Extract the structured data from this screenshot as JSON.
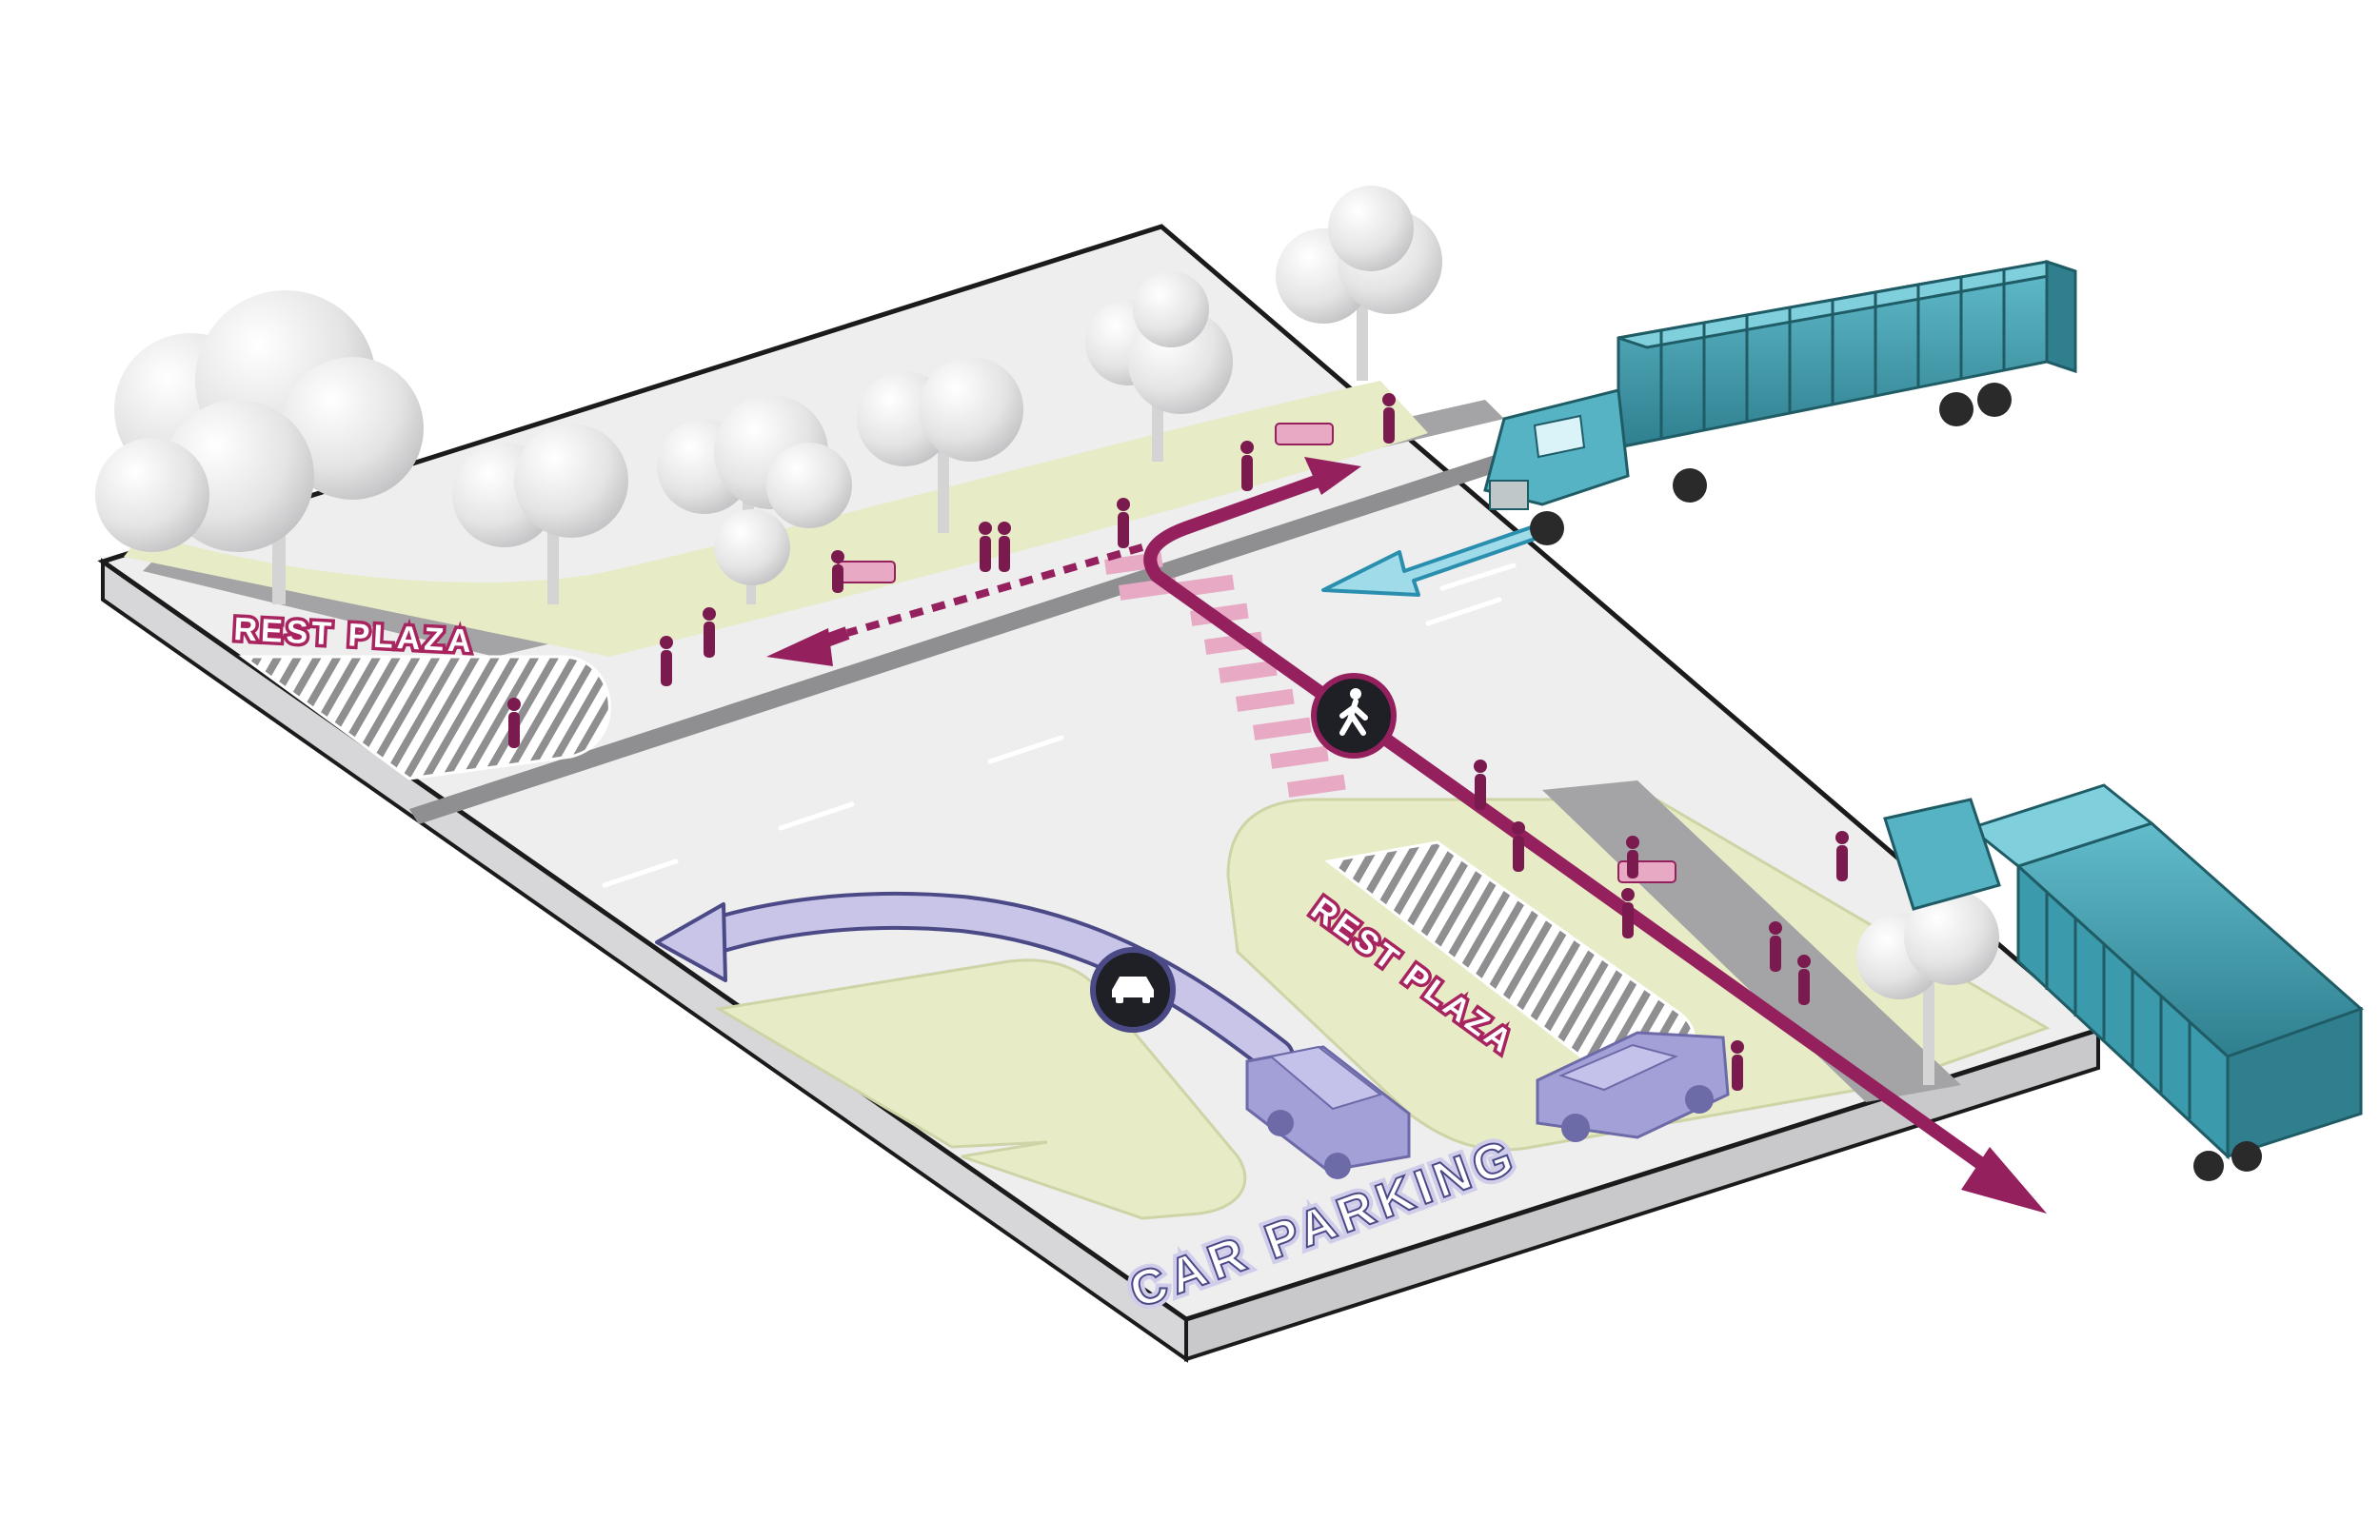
{
  "labels": {
    "rest_plaza_north": "REST PLAZA",
    "rest_plaza_center": "REST PLAZA",
    "car_parking": "CAR PARKING"
  },
  "icons": {
    "pedestrian": "pedestrian-icon",
    "car": "car-icon"
  },
  "colors": {
    "ground": "#eeeeef",
    "slab_edge": "#d7d7d9",
    "outline": "#1b1b1b",
    "grass": "#e7ebc6",
    "walkway": "#a4a4a6",
    "pedestrian_route": "#95205e",
    "crosswalk": "#e7a9c3",
    "car_route": "#c9c5e8",
    "car_route_edge": "#4b4a86",
    "truck_flow": "#4db2cc",
    "truck_body": "#3b9aab",
    "vehicle": "#a39fd7",
    "people": "#7a1a4f",
    "tree": "#e6e6e6",
    "label_pink": "#a8245f",
    "label_blue": "#cfcde9"
  }
}
